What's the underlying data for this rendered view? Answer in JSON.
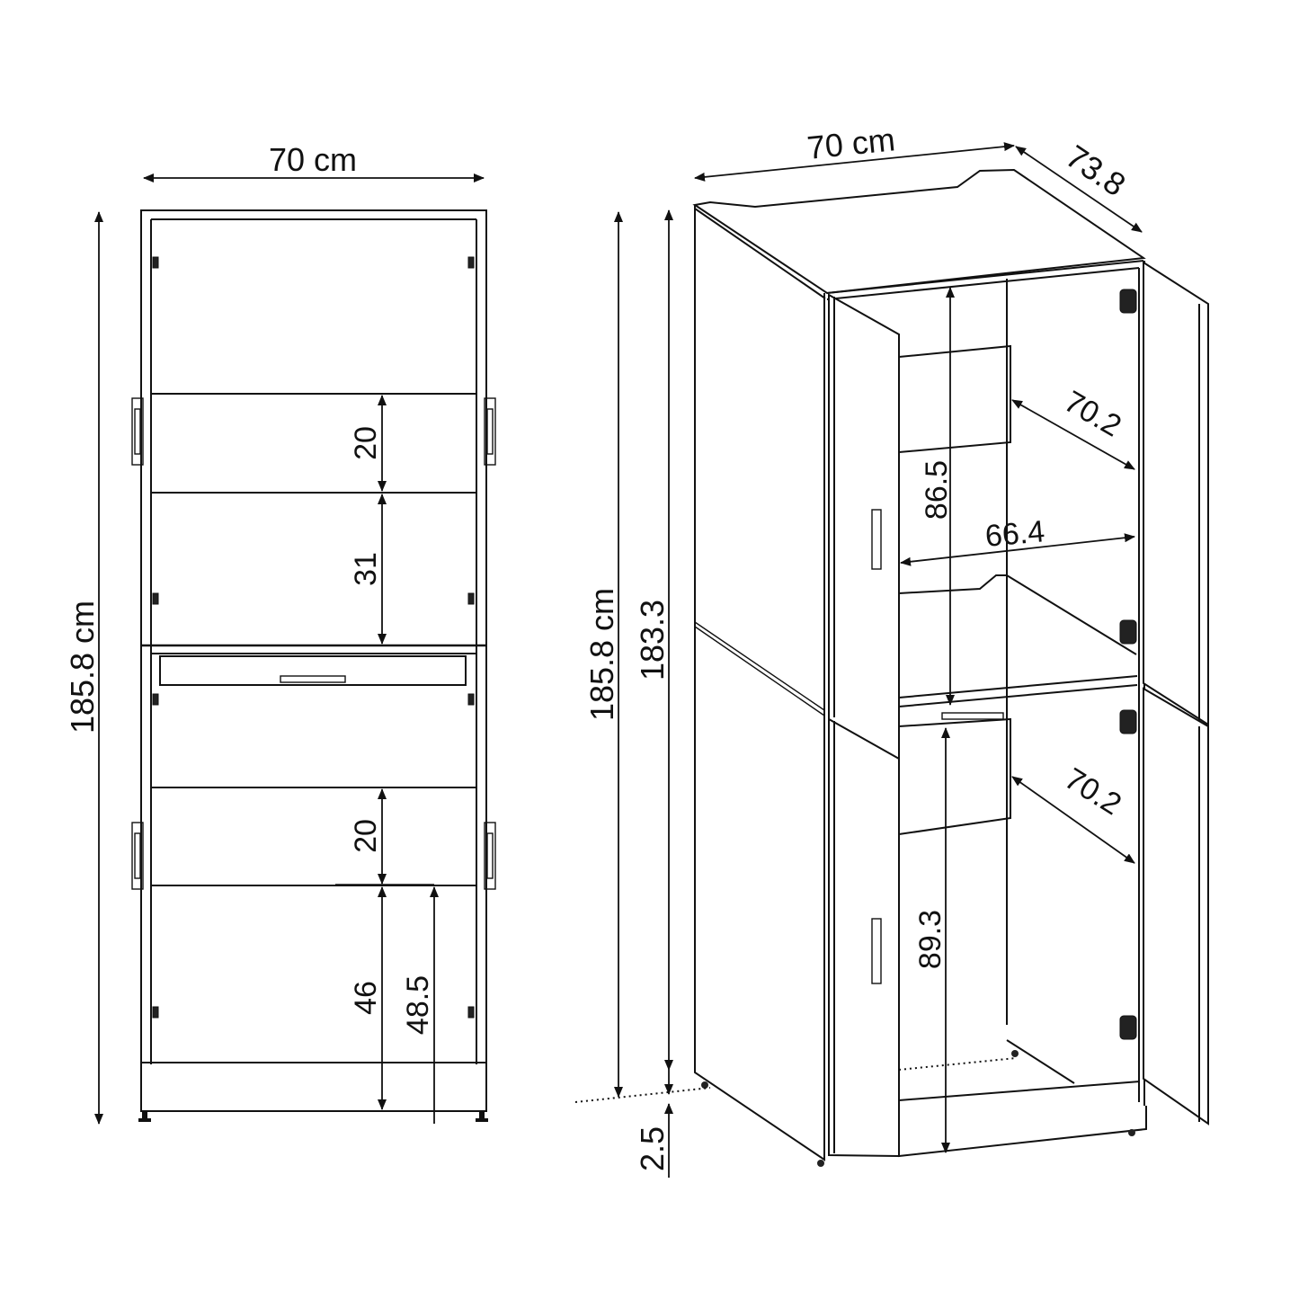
{
  "front_view": {
    "width_label": "70 cm",
    "height_label": "185.8 cm",
    "upper_gap_label": "20",
    "upper_shelf_label": "31",
    "lower_gap_label": "20",
    "lower_space_label": "46",
    "lower_total_label": "48.5"
  },
  "iso_view": {
    "width_label": "70 cm",
    "depth_label": "73.8",
    "height_label": "185.8 cm",
    "body_height_label": "183.3",
    "leg_height_label": "2.5",
    "upper_inner_height_label": "86.5",
    "upper_inner_width_label": "66.4",
    "upper_inner_depth_label": "70.2",
    "lower_inner_depth_label": "70.2",
    "lower_inner_height_label": "89.3"
  },
  "colors": {
    "line": "#111111",
    "background": "#ffffff"
  }
}
